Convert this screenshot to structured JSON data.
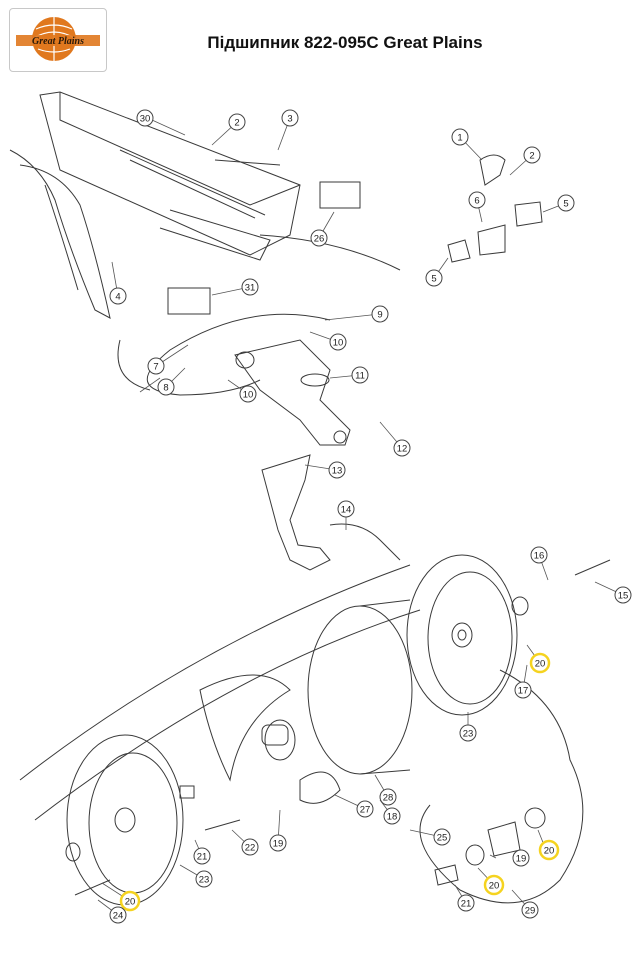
{
  "header": {
    "title": "Підшипник 822-095C Great Plains",
    "logo_text": "Great Plains",
    "brand_color": "#e0781e"
  },
  "diagram": {
    "highlight_color": "#f5d31f",
    "callouts": {
      "c1": "1",
      "c2a": "2",
      "c2b": "2",
      "c3": "3",
      "c4": "4",
      "c5a": "5",
      "c5b": "5",
      "c6": "6",
      "c7": "7",
      "c8": "8",
      "c9": "9",
      "c10a": "10",
      "c10b": "10",
      "c11": "11",
      "c12": "12",
      "c13": "13",
      "c14": "14",
      "c15": "15",
      "c16": "16",
      "c17": "17",
      "c18": "18",
      "c19a": "19",
      "c19b": "19",
      "c20a": "20",
      "c20b": "20",
      "c20c": "20",
      "c20d": "20",
      "c21a": "21",
      "c21b": "21",
      "c22": "22",
      "c23a": "23",
      "c23b": "23",
      "c24": "24",
      "c25": "25",
      "c26": "26",
      "c27": "27",
      "c28": "28",
      "c29": "29",
      "c30": "30",
      "c31": "31"
    }
  }
}
